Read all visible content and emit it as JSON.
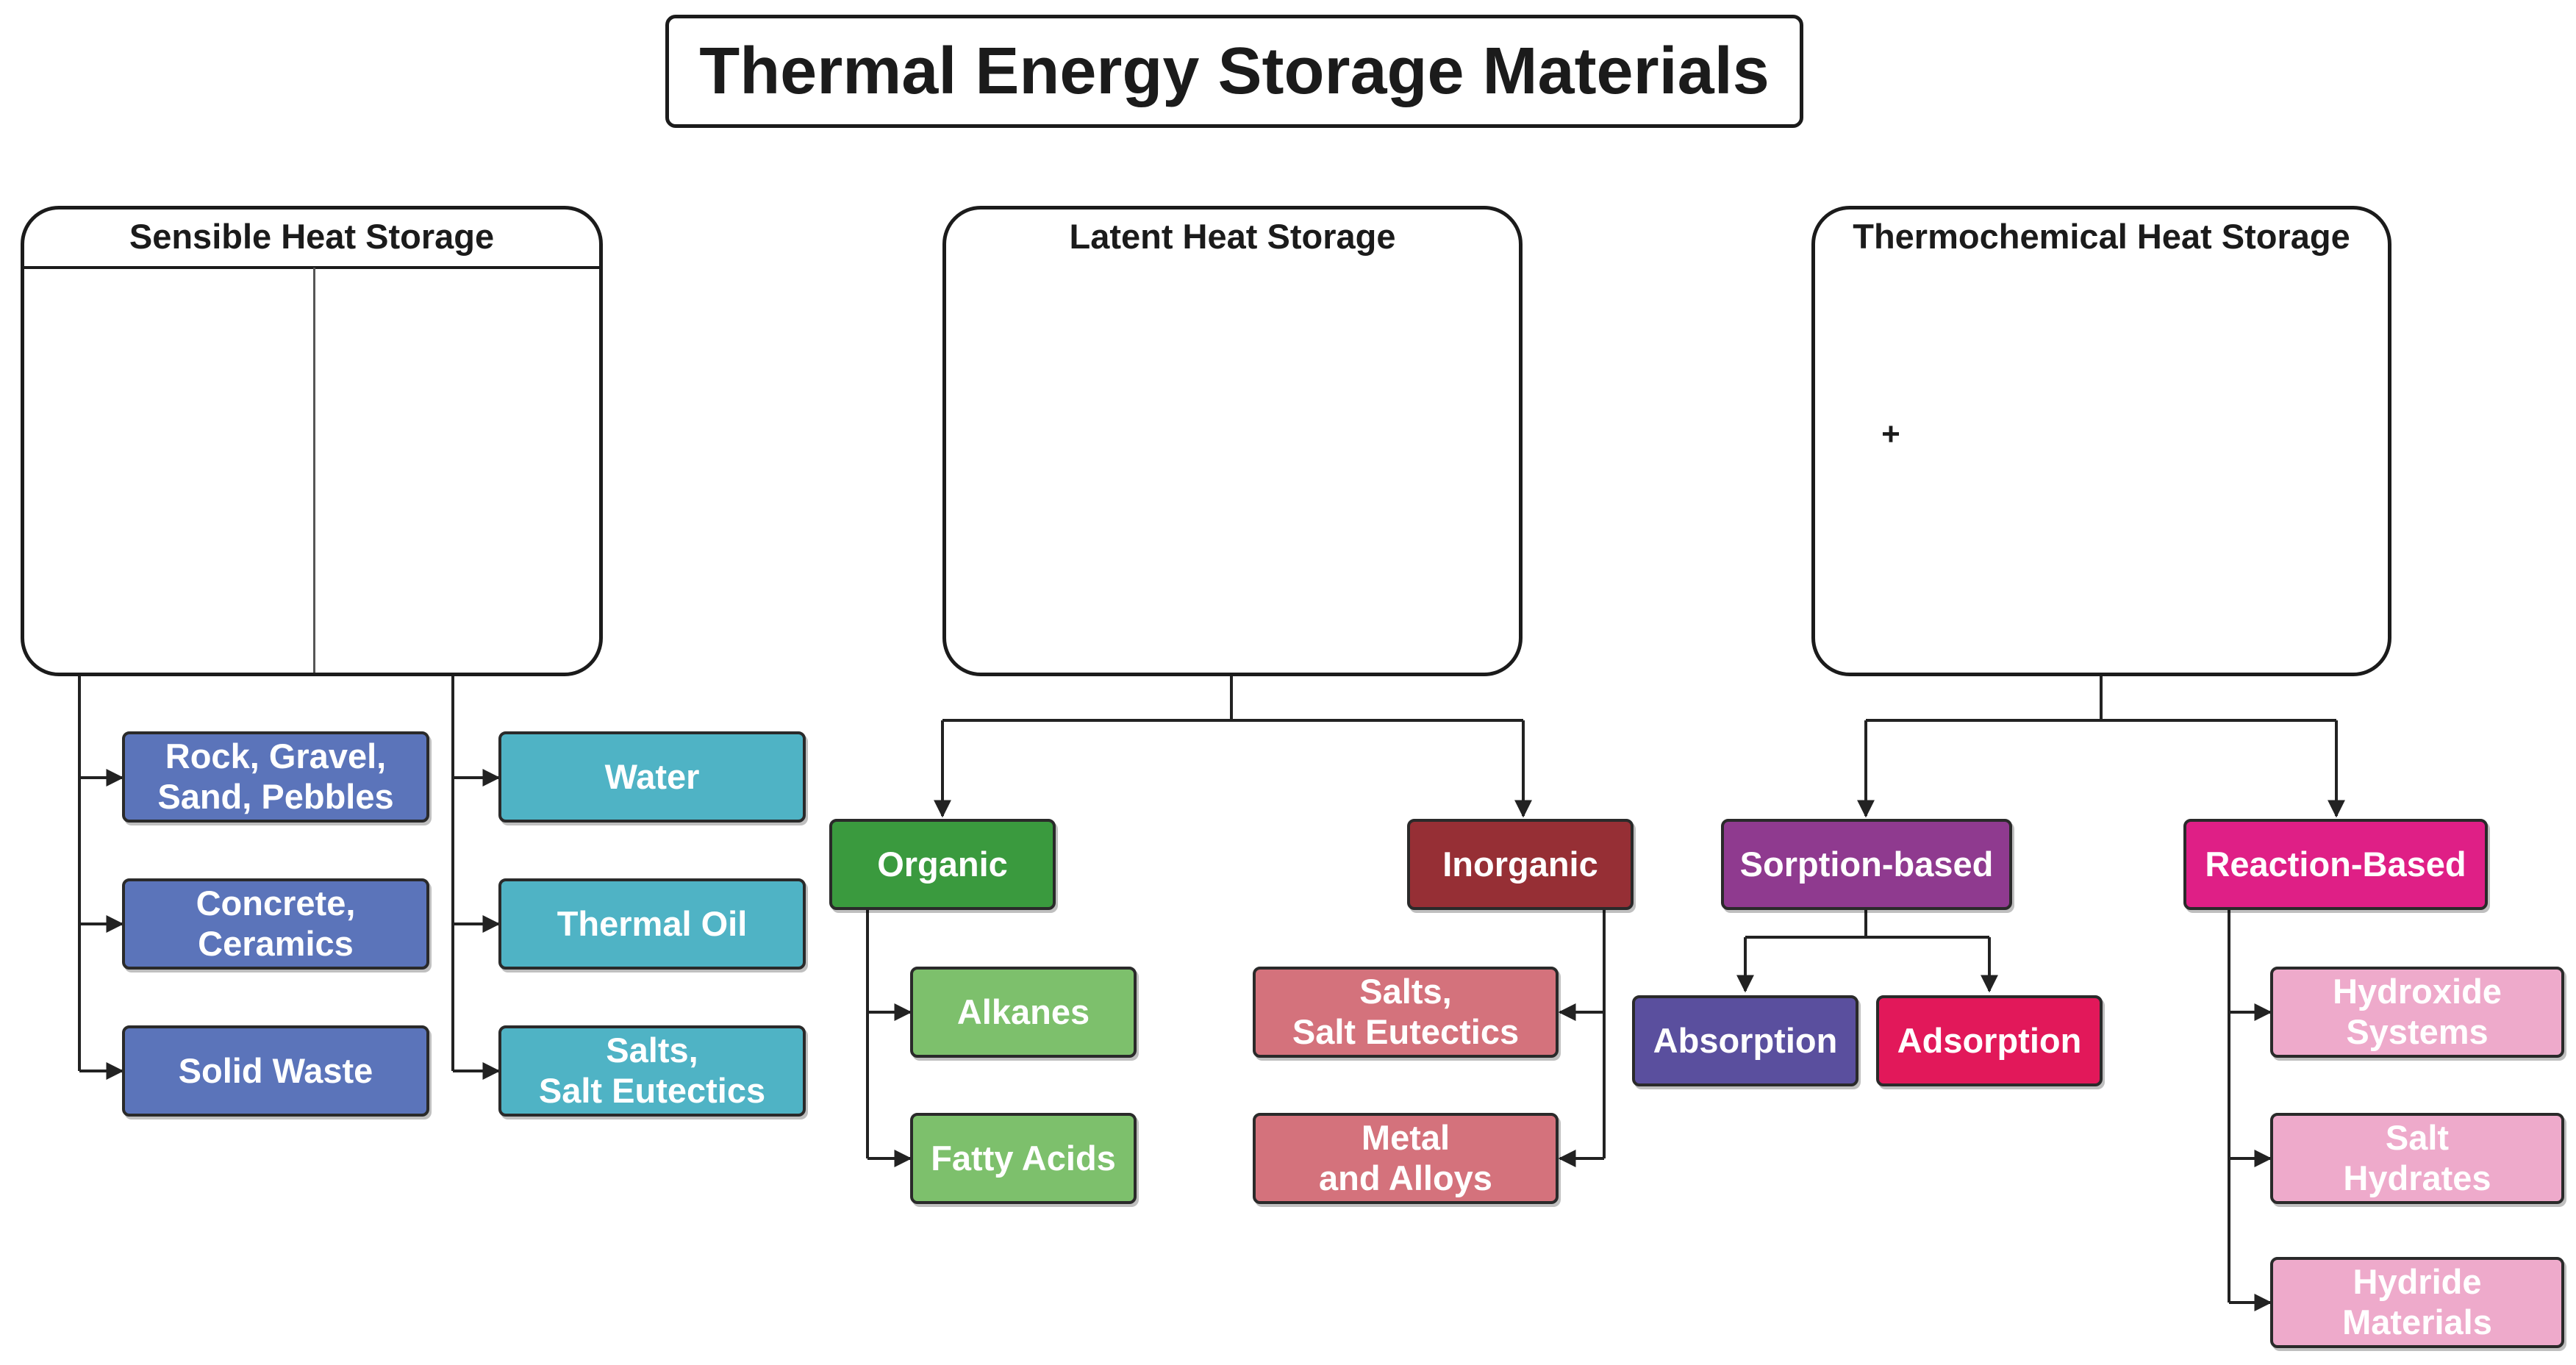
{
  "title": "Thermal Energy Storage Materials",
  "sensible": {
    "title": "Sensible Heat Storage",
    "solids": [
      "Rock, Gravel,\nSand, Pebbles",
      "Concrete,\nCeramics",
      "Solid Waste"
    ],
    "liquids": [
      "Water",
      "Thermal Oil",
      "Salts,\nSalt Eutectics"
    ]
  },
  "latent": {
    "title": "Latent Heat Storage",
    "organic": {
      "label": "Organic",
      "children": [
        "Alkanes",
        "Fatty Acids"
      ]
    },
    "inorganic": {
      "label": "Inorganic",
      "children": [
        "Salts,\nSalt Eutectics",
        "Metal\nand Alloys"
      ]
    }
  },
  "thermochemical": {
    "title": "Thermochemical Heat Storage",
    "plus_sign": "+",
    "sorption": {
      "label": "Sorption-based",
      "children": [
        "Absorption",
        "Adsorption"
      ]
    },
    "reaction": {
      "label": "Reaction-Based",
      "children": [
        "Hydroxide\nSystems",
        "Salt\nHydrates",
        "Hydride\nMaterials"
      ]
    }
  },
  "colors": {
    "sensible_solid": "#5b74ba",
    "sensible_liquid": "#4fb3c5",
    "organic": "#3a9a3e",
    "organic_child": "#7dc06c",
    "inorganic": "#962f35",
    "inorganic_child": "#d4727c",
    "sorption": "#8f3a8f",
    "absorption": "#5a4f9e",
    "adsorption": "#e2185a",
    "reaction": "#df1f86",
    "reaction_child": "#eeaacb",
    "cube": "#2e3c86",
    "water": "#72c5d6",
    "particle_teal": "#8ed6d4",
    "particle_purple": "#b668aa"
  }
}
